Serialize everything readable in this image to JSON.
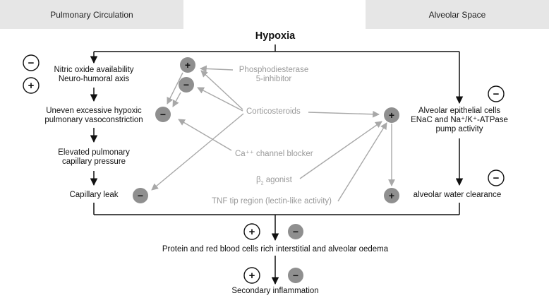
{
  "headers": {
    "left": "Pulmonary Circulation",
    "right": "Alveolar Space"
  },
  "title": "Hypoxia",
  "left_chain": {
    "no_line1": "Nitric oxide availability",
    "no_line2": "Neuro-humoral axis",
    "hpv_line1": "Uneven excessive hypoxic",
    "hpv_line2": "pulmonary vasoconstriction",
    "pcp_line1": "Elevated pulmonary",
    "pcp_line2": "capillary pressure",
    "leak": "Capillary leak"
  },
  "therapies": {
    "pde5_line1": "Phosphodiesterase",
    "pde5_line2": "5-inhibitor",
    "corticosteroids": "Corticosteroids",
    "ca_channel": "Ca⁺⁺ channel blocker",
    "beta2_prefix": "β",
    "beta2_sub": "2",
    "beta2_suffix": " agonist",
    "tnf": "TNF tip region (lectin-like activity)"
  },
  "right_chain": {
    "alv_line1": "Alveolar epithelial cells",
    "alv_line2": "ENaC and Na⁺/K⁺-ATPase",
    "alv_line3": "pump activity",
    "clearance": "alveolar water clearance"
  },
  "outcomes": {
    "oedema": "Protein and red blood cells rich interstitial and alveolar oedema",
    "inflammation": "Secondary inflammation"
  },
  "signs": {
    "plus": "+",
    "minus": "−"
  },
  "colors": {
    "black": "#111111",
    "gray_arrow": "#a8a8a8",
    "gray_circle": "#8f8f8f",
    "header_bg": "#e6e6e6"
  }
}
